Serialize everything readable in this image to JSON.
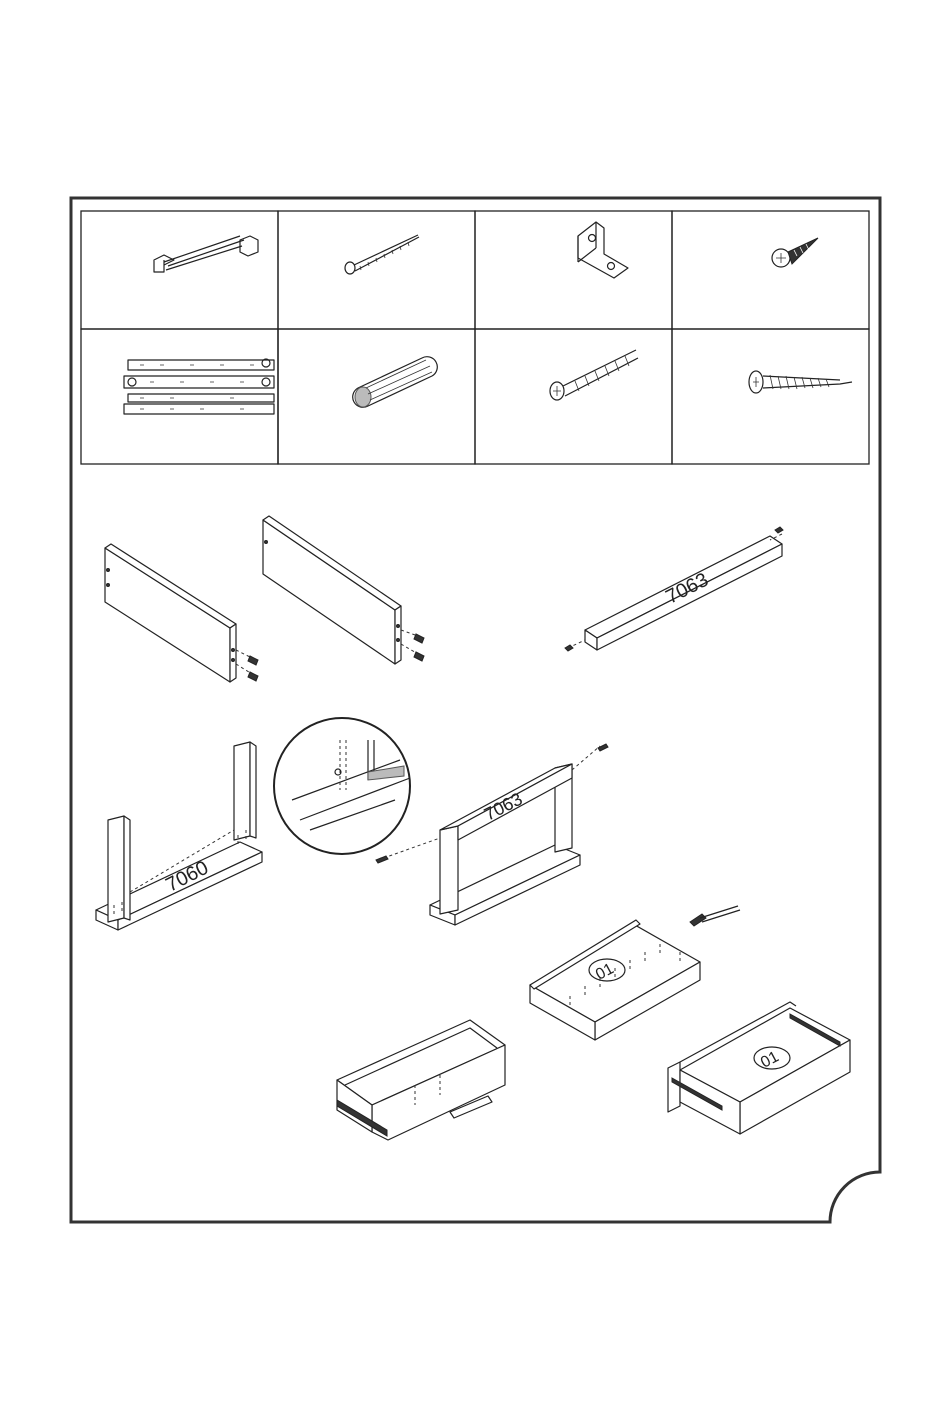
{
  "panel_labels": {
    "top_rail": "7063",
    "base_panel": "7060",
    "assembled_rail": "7063",
    "drawer_bottom_a": "01",
    "drawer_bottom_b": "01"
  }
}
